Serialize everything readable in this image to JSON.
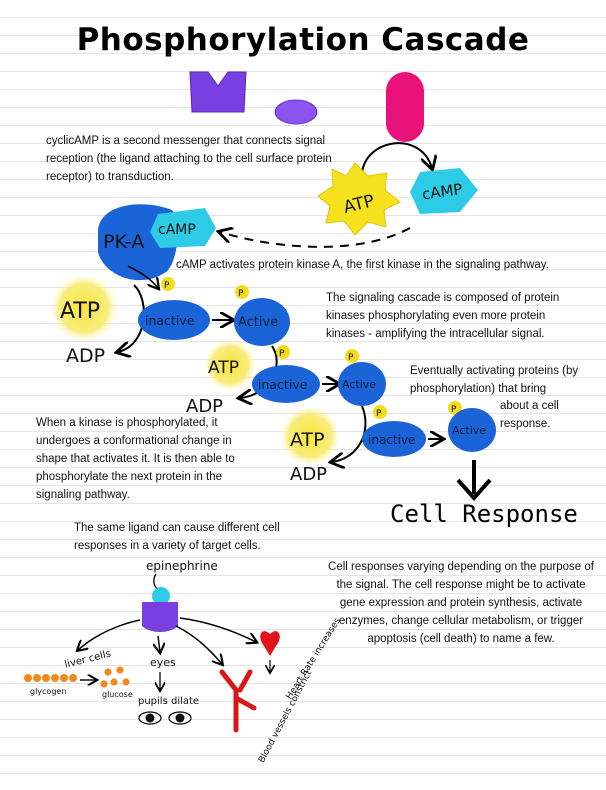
{
  "title": "Phosphorylation Cascade",
  "notes": {
    "camp_intro": "cyclicAMP is a second messenger that connects signal reception (the ligand attaching to the cell surface protein receptor) to transduction.",
    "pka_note": "cAMP activates protein kinase A, the first kinase in the signaling pathway.",
    "cascade_note": "The signaling cascade is composed of protein kinases phosphorylating even more protein kinases - amplifying the intracellular signal.",
    "eventually_note": "Eventually activating proteins (by phosphorylation) that bring",
    "eventually_note2": "about a cell response.",
    "kinase_note": "When a kinase is phosphorylated, it undergoes a conformational change in shape that activates it. It is then able to phosphorylate the next protein in the signaling pathway.",
    "ligand_note": "The same ligand can cause different cell responses in a variety of target cells.",
    "response_note": "Cell responses varying depending on the purpose of the signal. The cell response might be to activate gene expression and protein synthesis, activate enzymes, change cellular metabolism, or trigger apoptosis (cell death) to name a few."
  },
  "labels": {
    "atp": "ATP",
    "camp": "cAMP",
    "pka": "PK-A",
    "adp": "ADP",
    "p": "P",
    "inactive": "inactive",
    "active": "Active",
    "cell_response": "Cell Response",
    "epinephrine": "epinephrine",
    "liver_cells": "liver cells",
    "eyes": "eyes",
    "glycogen": "glycogen",
    "glucose": "glucose",
    "pupils_dilate": "pupils dilate",
    "blood_vessels": "Blood vessels constrict",
    "heart_rate": "Heart Rate increases"
  },
  "colors": {
    "receptor_purple": "#7a3fe0",
    "camp_cyan": "#2ecbe6",
    "atp_yellow": "#f5e11e",
    "kinase_blue": "#1b64d8",
    "magenta_receptor": "#e8127a",
    "phosphate_yellow": "#f4dc1c",
    "heart_red": "#e2141b",
    "orange_glucose": "#f08a1c",
    "vessel_red": "#d81818"
  }
}
